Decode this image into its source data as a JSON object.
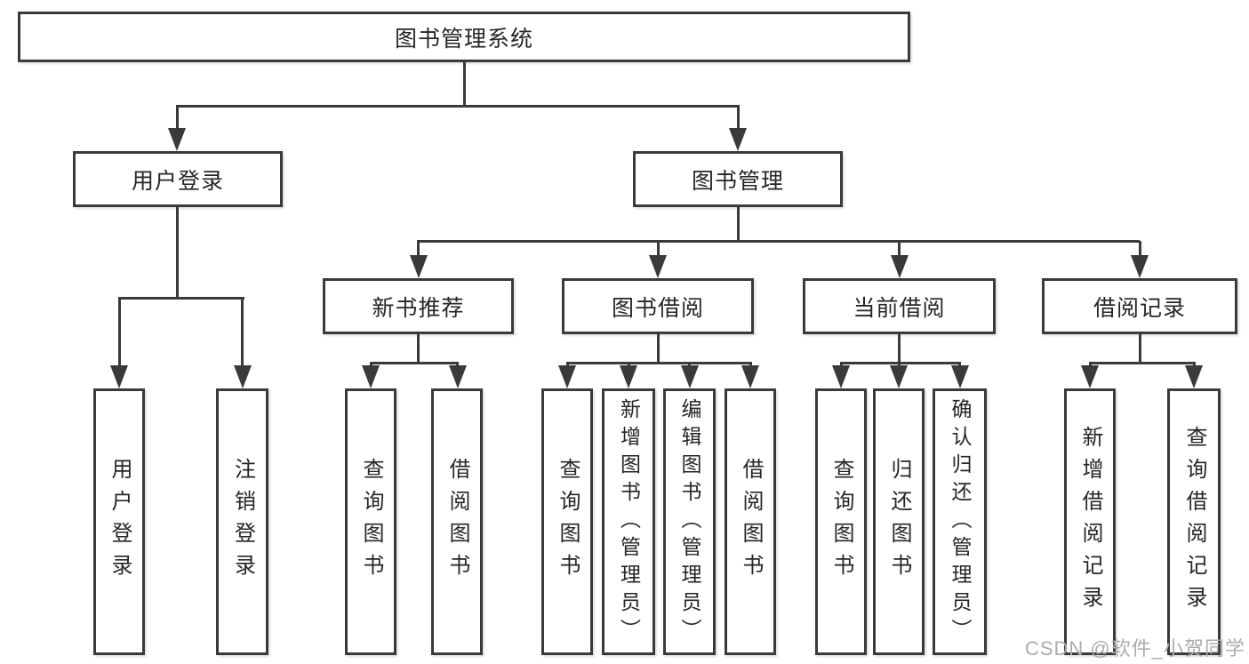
{
  "diagram": {
    "root": {
      "label": "图书管理系统"
    },
    "branches": [
      {
        "label": "用户登录",
        "children": [
          {
            "label": "用户登录"
          },
          {
            "label": "注销登录"
          }
        ]
      },
      {
        "label": "图书管理",
        "modules": [
          {
            "label": "新书推荐",
            "children": [
              {
                "label": "查询图书"
              },
              {
                "label": "借阅图书"
              }
            ]
          },
          {
            "label": "图书借阅",
            "children": [
              {
                "label": "查询图书"
              },
              {
                "label": "新增图书（管理员）"
              },
              {
                "label": "编辑图书（管理员）"
              },
              {
                "label": "借阅图书"
              }
            ]
          },
          {
            "label": "当前借阅",
            "children": [
              {
                "label": "查询图书"
              },
              {
                "label": "归还图书"
              },
              {
                "label": "确认归还（管理员）"
              }
            ]
          },
          {
            "label": "借阅记录",
            "children": [
              {
                "label": "新增借阅记录"
              },
              {
                "label": "查询借阅记录"
              }
            ]
          }
        ]
      }
    ]
  },
  "watermark": {
    "text": "CSDN @软件_小贺同学"
  },
  "colors": {
    "line": "#3a3a3a",
    "text": "#262626",
    "background": "#ffffff",
    "watermark": "#acacac"
  }
}
